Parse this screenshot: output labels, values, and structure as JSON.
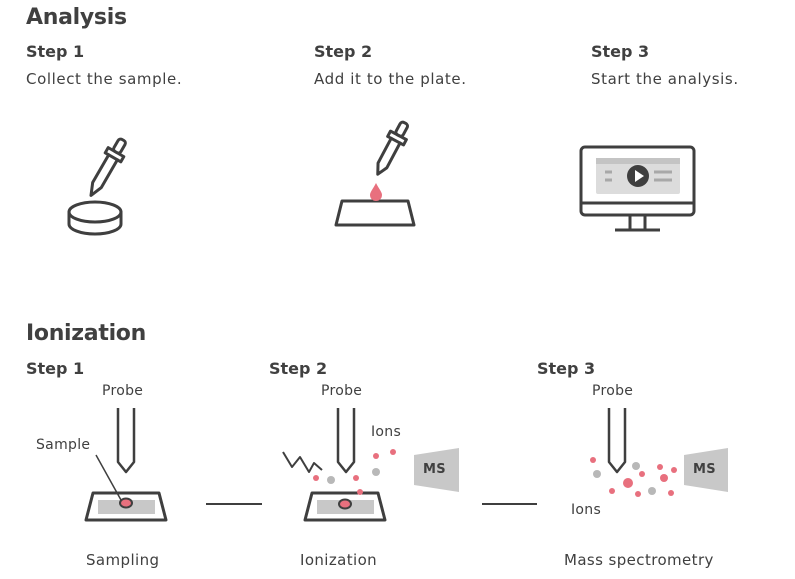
{
  "analysis": {
    "title": "Analysis",
    "steps": [
      {
        "step": "Step 1",
        "text": "Collect the sample."
      },
      {
        "step": "Step 2",
        "text": "Add it to the plate."
      },
      {
        "step": "Step 3",
        "text": "Start the analysis."
      }
    ]
  },
  "ionization": {
    "title": "Ionization",
    "steps": [
      {
        "step": "Step 1",
        "probe": "Probe",
        "sample": "Sample",
        "caption": "Sampling"
      },
      {
        "step": "Step 2",
        "probe": "Probe",
        "ions": "Ions",
        "ms": "MS",
        "caption": "Ionization"
      },
      {
        "step": "Step 3",
        "probe": "Probe",
        "ions": "Ions",
        "ms": "MS",
        "caption": "Mass spectrometry"
      }
    ]
  },
  "colors": {
    "line": "#3f3f3f",
    "plate": "#c8c8c8",
    "accent": "#e8707e",
    "ion_gray": "#b8b8b8",
    "ms_box": "#c8c8c8"
  }
}
